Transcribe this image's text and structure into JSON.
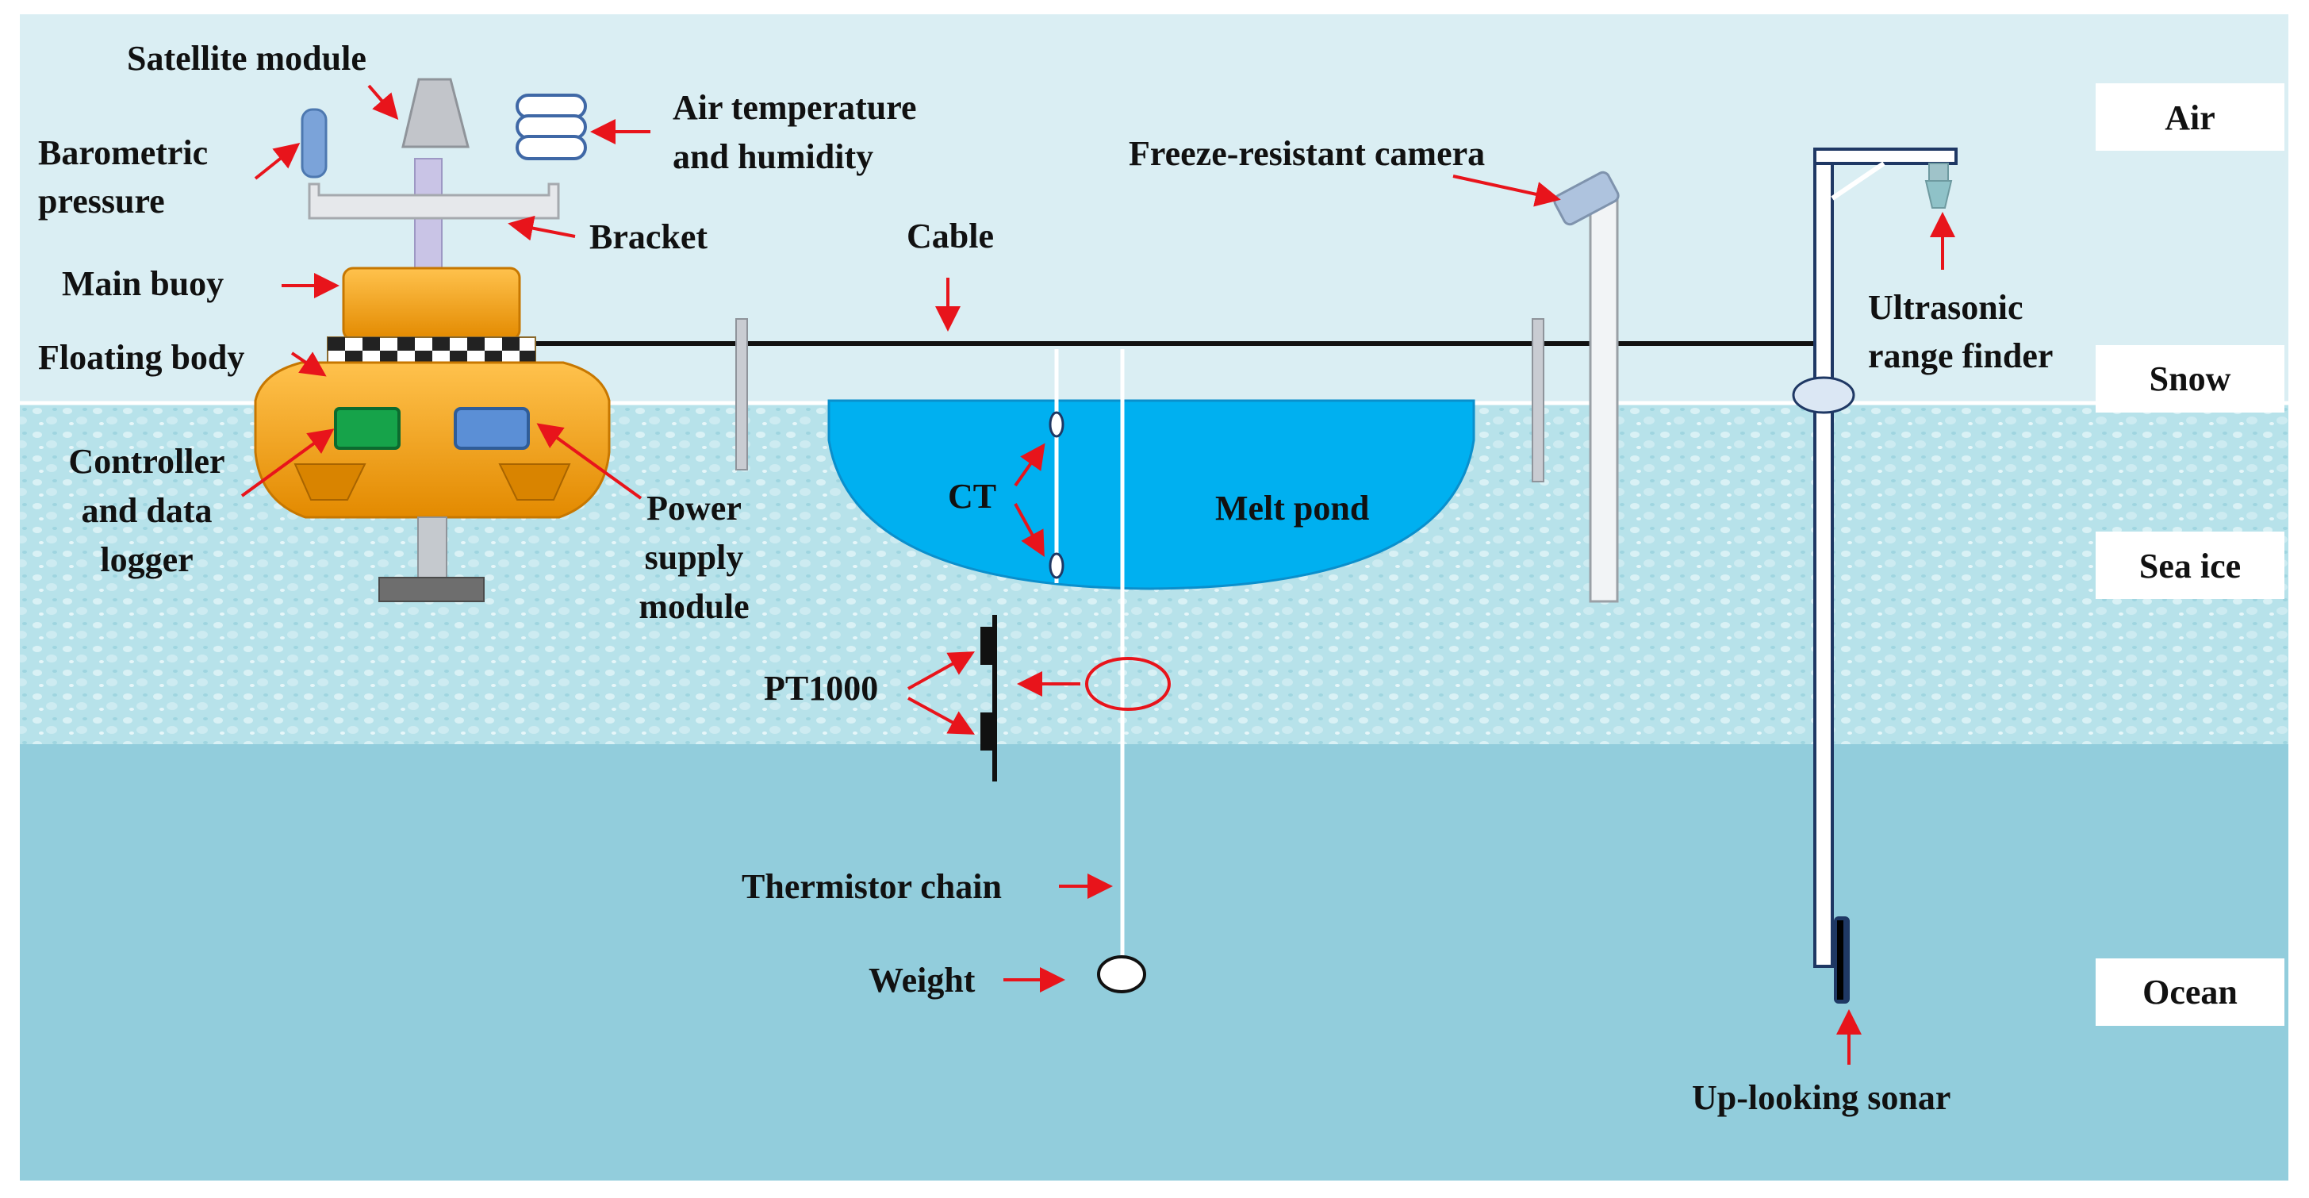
{
  "zones": {
    "air": "Air",
    "snow": "Snow",
    "sea_ice": "Sea ice",
    "ocean": "Ocean"
  },
  "labels": {
    "satellite_module": "Satellite module",
    "barometric_1": "Barometric",
    "barometric_2": "pressure",
    "air_temp_1": "Air temperature",
    "air_temp_2": "and humidity",
    "bracket": "Bracket",
    "main_buoy": "Main buoy",
    "floating_body": "Floating body",
    "controller_1": "Controller",
    "controller_2": "and data",
    "controller_3": "logger",
    "power_1": "Power",
    "power_2": "supply",
    "power_3": "module",
    "cable": "Cable",
    "camera": "Freeze-resistant camera",
    "ultrasonic_1": "Ultrasonic",
    "ultrasonic_2": "range finder",
    "ct": "CT",
    "melt_pond": "Melt pond",
    "pt1000": "PT1000",
    "thermistor": "Thermistor chain",
    "weight": "Weight",
    "sonar": "Up-looking sonar"
  },
  "colors": {
    "air": "#daeef3",
    "ice": "#b7e2ea",
    "ocean": "#92cddc",
    "pond": "#00b0f0",
    "buoy": "#f5a623",
    "arrow": "#e8141b"
  }
}
